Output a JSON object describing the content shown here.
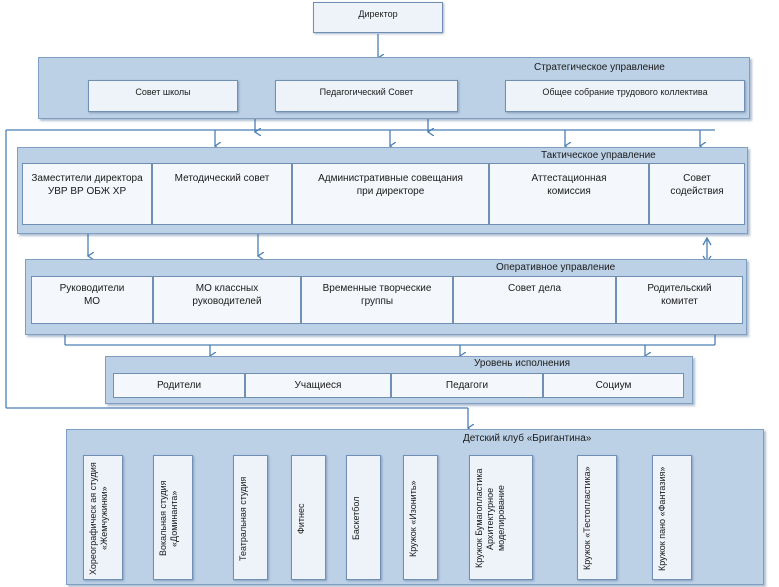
{
  "director": "Директор",
  "strategic": {
    "title": "Стратегическое управление",
    "items": [
      "Совет школы",
      "Педагогический Совет",
      "Общее собрание трудового коллектива"
    ]
  },
  "tactical": {
    "title": "Тактическое управление",
    "items": [
      "Заместители директора УВР ВР ОБЖ ХР",
      "Методический совет",
      "Административные совещания при директоре",
      "Аттестационная комиссия",
      "Совет содействия"
    ]
  },
  "operational": {
    "title": "Оперативное управление",
    "items": [
      "Руководители МО",
      "МО классных руководителей",
      "Временные творческие группы",
      "Совет дела",
      "Родительский комитет"
    ]
  },
  "execution": {
    "title": "Уровень исполнения",
    "items": [
      "Родители",
      "Учащиеся",
      "Педагоги",
      "Социум"
    ]
  },
  "club": {
    "title": "Детский клуб «Бригантина»",
    "items": [
      "Хореографическ ая студия «Жемчужинки»",
      "Вокальная студия «Доминанта»",
      "Театральная студия",
      "Фитнес",
      "Баскетбол",
      "Кружок «Изонить»",
      "Кружок Бумагопластика Архитектурное моделирование",
      "Кружок «Тестопластика»",
      "Кружок пано «Фантазия»"
    ]
  }
}
